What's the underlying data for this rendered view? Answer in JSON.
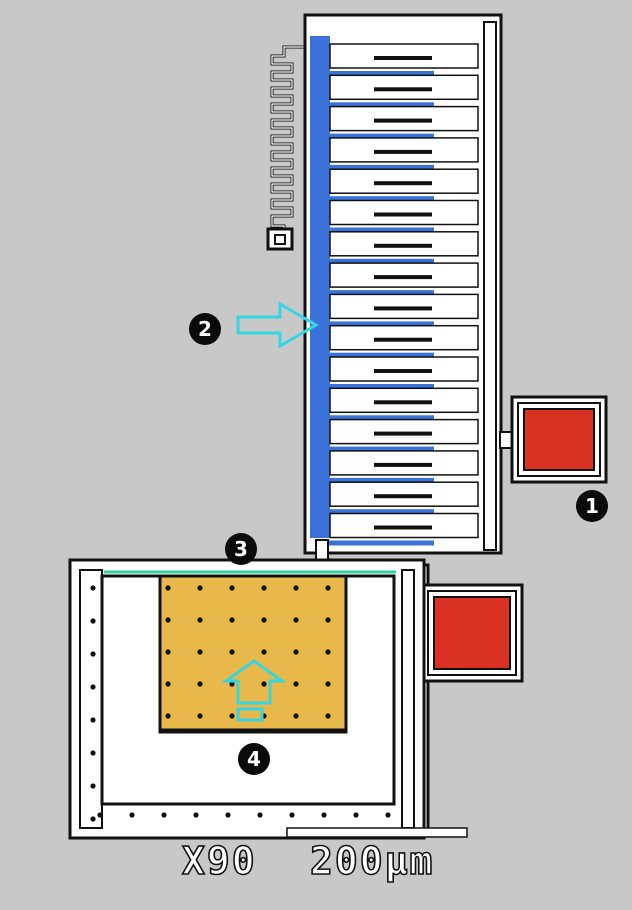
{
  "image": {
    "kind": "SEM micrograph of MEMS device (schematic recreation)",
    "background_color": "#c8c8c8"
  },
  "scale_bar": {
    "magnification": "X90",
    "length_label": "200µm"
  },
  "callouts": [
    {
      "id": "1",
      "glyph": "❶"
    },
    {
      "id": "2",
      "glyph": "❷"
    },
    {
      "id": "3",
      "glyph": "❸"
    },
    {
      "id": "4",
      "glyph": "❹"
    }
  ],
  "colors": {
    "comb_drive": "#3b72d9",
    "bond_pad": "#d93222",
    "stage": "#e8b84a",
    "hinge_line": "#2fd39a",
    "arrow": "#34d6e4",
    "structure": "#ffffff",
    "outline": "#111111",
    "callout_fill": "#0a0a0a"
  },
  "icons": {
    "actuation_arrow_right": "arrow-right-icon",
    "actuation_arrow_up": "arrow-up-icon"
  }
}
